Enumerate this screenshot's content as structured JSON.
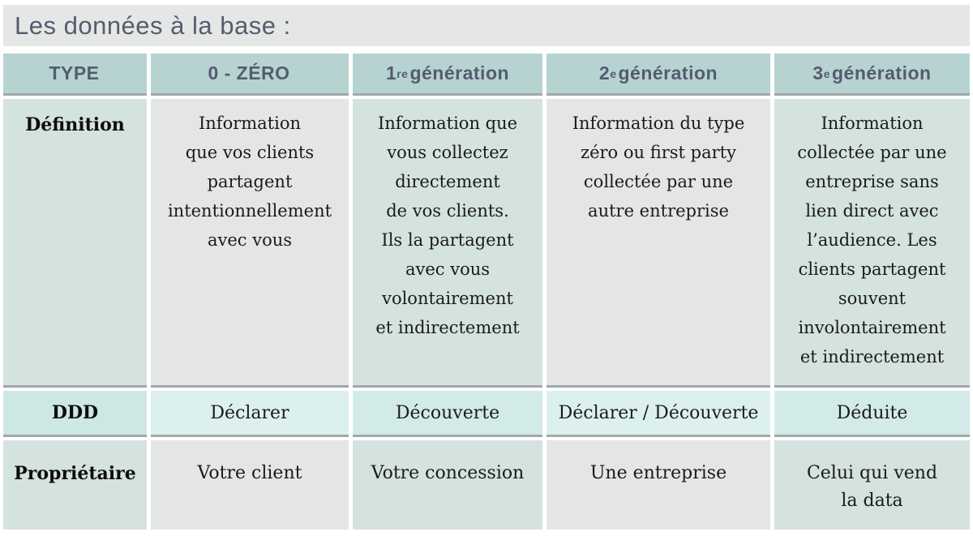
{
  "title": "Les données à la base :",
  "colors": {
    "title_bar_bg": "#e4e7e6",
    "title_text": "#565b6e",
    "header_bg": "#b7d3d1",
    "header_text": "#555b6f",
    "teal_cell_bg": "#d4e2e0",
    "gray_cell_bg": "#e3e6e5",
    "ddd_row_bg": "#dcf1ef",
    "row_border": "#a2a8a8",
    "body_text": "#1b1b1b"
  },
  "table": {
    "headers": [
      {
        "pre": "TYPE",
        "sup": "",
        "post": ""
      },
      {
        "pre": "0 - ZÉRO",
        "sup": "",
        "post": ""
      },
      {
        "pre": "1",
        "sup": "re",
        "post": " génération"
      },
      {
        "pre": "2",
        "sup": "e",
        "post": " génération"
      },
      {
        "pre": "3",
        "sup": "e",
        "post": " génération"
      }
    ],
    "rows": [
      {
        "label": "Définition",
        "cells": [
          "Information\nque vos clients\npartagent\nintentionnellement\navec vous",
          "Information que\nvous collectez\ndirectement\nde vos clients.\nIls la partagent\navec vous\nvolontairement\net indirectement",
          "Information du type\nzéro ou first party\ncollectée par une\nautre entreprise",
          "Information\ncollectée par une\nentreprise sans\nlien direct avec\nl’audience. Les\nclients partagent\nsouvent\ninvolontairement\net indirectement"
        ]
      },
      {
        "label": "DDD",
        "cells": [
          "Déclarer",
          "Découverte",
          "Déclarer / Découverte",
          "Déduite"
        ]
      },
      {
        "label": "Propriétaire",
        "cells": [
          "Votre client",
          "Votre concession",
          "Une entreprise",
          "Celui qui vend\nla data"
        ]
      }
    ]
  }
}
